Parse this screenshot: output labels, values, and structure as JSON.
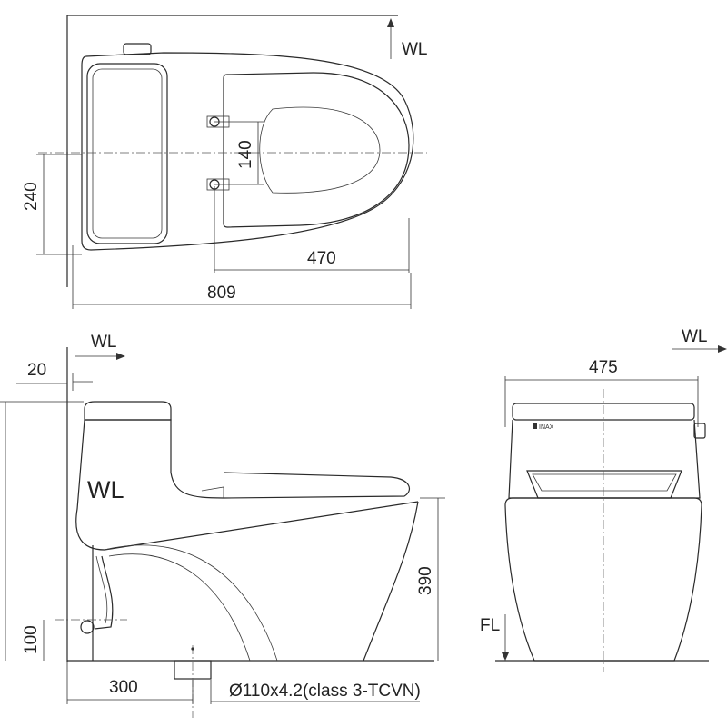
{
  "top_view": {
    "wl_label": "WL",
    "dim_width": "240",
    "dim_bolt_spacing": "140",
    "dim_bolt_to_wall": "470",
    "dim_length": "809"
  },
  "side_view": {
    "wl_label": "WL",
    "wl_body_label": "WL",
    "dim_wall_gap": "20",
    "dim_seat_height": "390",
    "dim_inlet_height": "100",
    "dim_rough_in": "300",
    "outlet_spec": "Ø110x4.2(class 3-TCVN)"
  },
  "front_view": {
    "wl_label": "WL",
    "fl_label": "FL",
    "dim_width": "475",
    "brand": "INAX"
  }
}
